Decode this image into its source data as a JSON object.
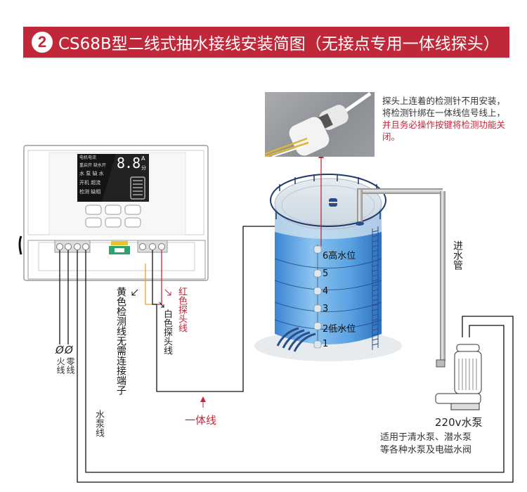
{
  "banner": {
    "number": "2",
    "title": "CS68B型二线式抽水接线安装简图（无接点专用一体线探头）"
  },
  "note": {
    "text_normal": "探头上连着的检测针不用安装，将检测针绑在一体线信号线上，",
    "text_red": "并且务必操作按键将检测功能关闭。"
  },
  "controller": {
    "lcd_digits": "8.8",
    "lcd_unit_a": "A",
    "lcd_unit_min": "分",
    "lcd_row1": "电机电流",
    "lcd_row2": "重启开 缺水开",
    "lcd_row3": "水 泵 缺 水",
    "lcd_row4": "开机 超流",
    "lcd_row5": "检测 缺相"
  },
  "labels": {
    "fire_symbol": "Ø",
    "fire": "火线",
    "zero_symbol": "Ø",
    "zero": "零线",
    "yellow_wire": "黄色检测线无需连接端子",
    "white_probe": "白色探头线",
    "red_probe": "红色探头线",
    "integrated_wire": "一体线",
    "pump_wire": "水泵线",
    "inlet_pipe": "进水管",
    "pump_title": "220v水泵",
    "pump_desc1": "适用于清水泵、潜水泵",
    "pump_desc2": "等各种水泵及电磁水阀"
  },
  "levels": [
    {
      "label": "6高水位"
    },
    {
      "label": "5"
    },
    {
      "label": "4"
    },
    {
      "label": "3"
    },
    {
      "label": "2低水位"
    },
    {
      "label": "1"
    }
  ],
  "colors": {
    "brand_red": "#c0283a",
    "water_blue": "#4a90d6",
    "yellow_wire": "#f0a020",
    "terminal_green": "#2ea36b"
  }
}
